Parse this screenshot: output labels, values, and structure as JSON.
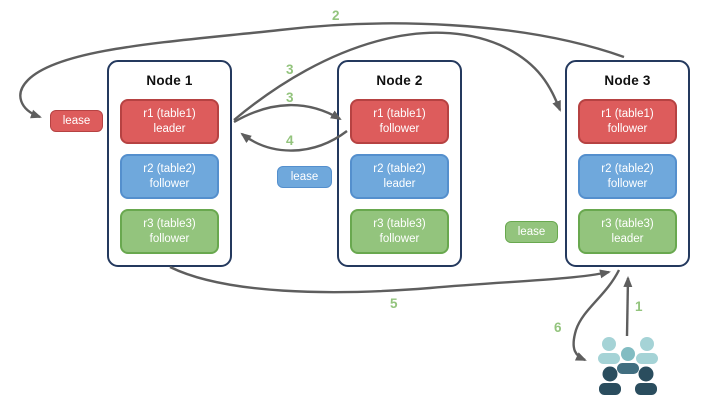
{
  "nodes": [
    {
      "title": "Node 1",
      "replicas": [
        {
          "name": "r1 (table1)",
          "role": "leader",
          "color": "red"
        },
        {
          "name": "r2 (table2)",
          "role": "follower",
          "color": "blue"
        },
        {
          "name": "r3 (table3)",
          "role": "follower",
          "color": "green"
        }
      ]
    },
    {
      "title": "Node 2",
      "replicas": [
        {
          "name": "r1 (table1)",
          "role": "follower",
          "color": "red"
        },
        {
          "name": "r2 (table2)",
          "role": "leader",
          "color": "blue"
        },
        {
          "name": "r3 (table3)",
          "role": "follower",
          "color": "green"
        }
      ]
    },
    {
      "title": "Node 3",
      "replicas": [
        {
          "name": "r1 (table1)",
          "role": "follower",
          "color": "red"
        },
        {
          "name": "r2 (table2)",
          "role": "follower",
          "color": "blue"
        },
        {
          "name": "r3 (table3)",
          "role": "leader",
          "color": "green"
        }
      ]
    }
  ],
  "leases": [
    {
      "label": "lease",
      "color": "red"
    },
    {
      "label": "lease",
      "color": "blue"
    },
    {
      "label": "lease",
      "color": "green"
    }
  ],
  "steps": {
    "step1": "1",
    "step2": "2",
    "step3": "3",
    "step4": "4",
    "step5": "5",
    "step6": "6"
  },
  "icons": {
    "clients": "users-group-icon"
  },
  "colors": {
    "replica_red": "#dd5c5c",
    "replica_red_border": "#b64242",
    "replica_blue": "#6fa8dc",
    "replica_blue_border": "#548fcd",
    "replica_green": "#93c47d",
    "replica_green_border": "#69a84f",
    "node_border": "#24395e",
    "arrow": "#5e5e5e",
    "step_number": "#93c47d",
    "clients_light": "#a5d3d6",
    "clients_mid_head": "#82bcc2",
    "clients_mid_body": "#416e80",
    "clients_dark": "#2a4d5e"
  }
}
